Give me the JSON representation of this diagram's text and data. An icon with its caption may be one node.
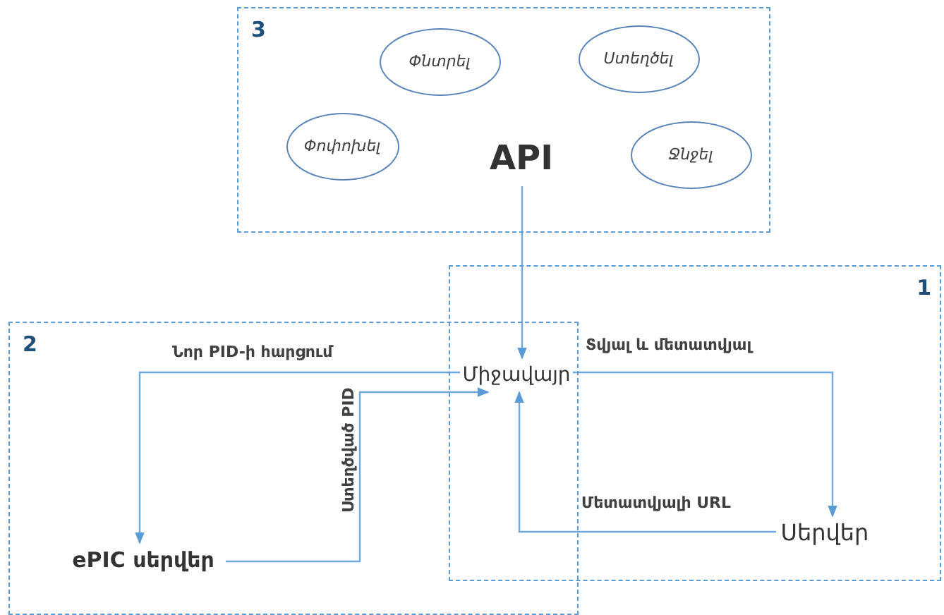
{
  "diagram": {
    "nodes": [
      {
        "text": [
          "3"
        ]
      },
      {
        "text": [
          "Փնտրել"
        ],
        "in": 0
      },
      {
        "text": [
          "Ստեղծել"
        ],
        "in": 0
      },
      {
        "text": [
          "Փոփոխել"
        ],
        "in": 0
      },
      {
        "text": [
          "API"
        ],
        "in": 0
      },
      {
        "text": [
          "Ջնջել"
        ],
        "in": 0
      },
      {
        "text": [
          "1"
        ]
      },
      {
        "text": [
          "2"
        ]
      },
      {
        "text": [
          "Միջավայր"
        ]
      },
      {
        "text": [
          "ePIC սերվեր"
        ],
        "in": 7
      },
      {
        "text": [
          "Սերվեր"
        ],
        "in": 6
      }
    ],
    "edges": [
      {
        "from": 4,
        "to": 8,
        "arrow": "to"
      },
      {
        "from": 8,
        "to": 9,
        "arrow": "to",
        "label": "Նոր PID-ի հարցում"
      },
      {
        "from": 9,
        "to": 8,
        "arrow": "to",
        "label": "Ստեղծված PID"
      },
      {
        "from": 8,
        "to": 10,
        "arrow": "to",
        "label": "Տվյալ և մետատվյալ"
      },
      {
        "from": 10,
        "to": 8,
        "arrow": "to",
        "label": "Մետատվյալի URL"
      }
    ]
  }
}
